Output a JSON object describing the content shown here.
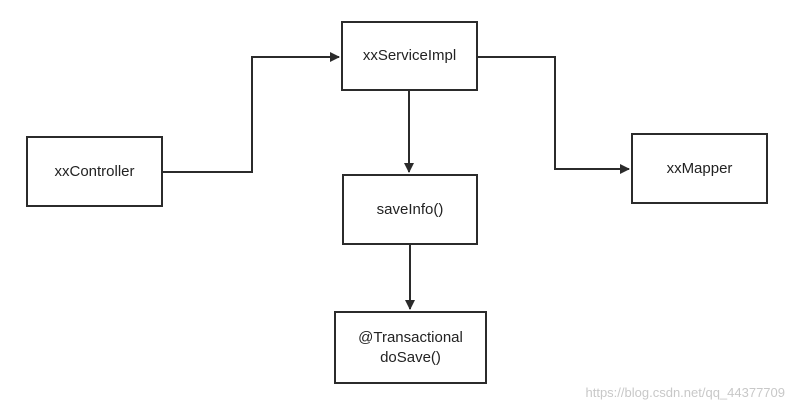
{
  "diagram": {
    "nodes": {
      "controller": {
        "label": "xxController"
      },
      "service": {
        "label": "xxServiceImpl"
      },
      "mapper": {
        "label": "xxMapper"
      },
      "saveinfo": {
        "label": "saveInfo()"
      },
      "dosave": {
        "line1": "@Transactional",
        "line2": "doSave()"
      }
    },
    "edges": [
      {
        "from": "controller",
        "to": "service"
      },
      {
        "from": "service",
        "to": "saveinfo"
      },
      {
        "from": "service",
        "to": "mapper"
      },
      {
        "from": "saveinfo",
        "to": "dosave"
      }
    ],
    "colors": {
      "stroke": "#2b2b2b",
      "text": "#222222",
      "watermark": "#c8c8c8"
    }
  },
  "watermark": "https://blog.csdn.net/qq_44377709"
}
